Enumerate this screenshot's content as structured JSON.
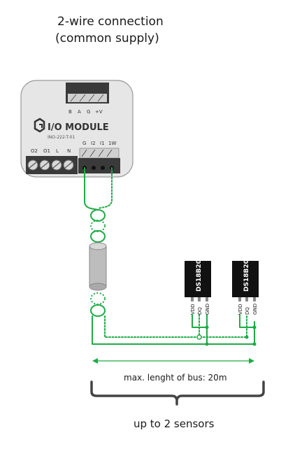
{
  "title": {
    "line1": "2-wire connection",
    "line2": "(common supply)"
  },
  "module": {
    "name": "I/O MODULE",
    "part_number": "INO-222-T-01",
    "top_terminals": [
      "B",
      "A",
      "G",
      "+V"
    ],
    "bottom_left_terminals": [
      "O2",
      "O1",
      "L",
      "N"
    ],
    "bottom_right_terminals": [
      "G",
      "I2",
      "I1",
      "1W"
    ]
  },
  "sensors": [
    {
      "chip": "DS18B20",
      "pins": [
        "VDD",
        "DQ",
        "GND"
      ]
    },
    {
      "chip": "DS18B20",
      "pins": [
        "VDD",
        "DQ",
        "GND"
      ]
    }
  ],
  "bus": {
    "label": "max. lenght of bus: 20m"
  },
  "footer": {
    "label": "up to 2 sensors"
  },
  "colors": {
    "wire_green": "#1faa45",
    "module_body": "#e6e6e6",
    "module_outline": "#9a9a9a",
    "terminal_dark": "#3a3a3a",
    "chip_black": "#111111",
    "bracket": "#444444"
  }
}
